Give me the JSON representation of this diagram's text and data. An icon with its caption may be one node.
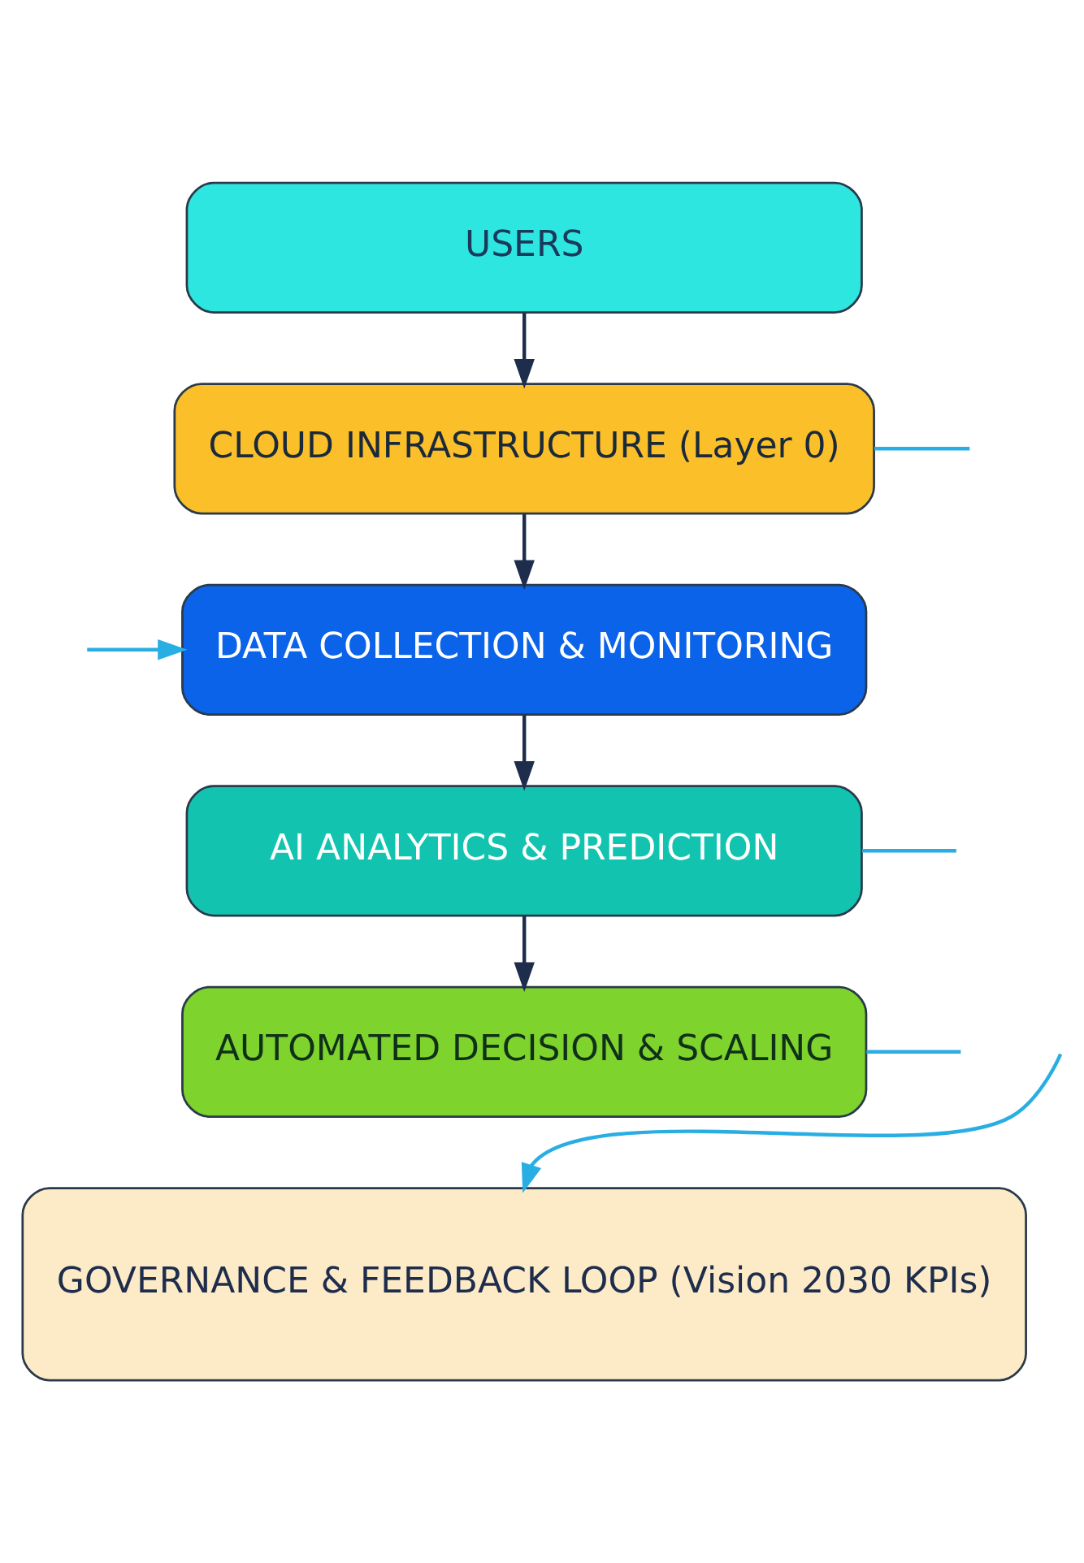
{
  "diagram": {
    "nodes": [
      {
        "text": [
          "USERS"
        ]
      },
      {
        "text": [
          "CLOUD INFRASTRUCTURE (Layer 0)"
        ]
      },
      {
        "text": [
          "DATA COLLECTION & MONITORING"
        ]
      },
      {
        "text": [
          "AI ANALYTICS & PREDICTION"
        ]
      },
      {
        "text": [
          "AUTOMATED DECISION & SCALING"
        ]
      },
      {
        "text": [
          "GOVERNANCE & FEEDBACK LOOP (Vision 2030 KPIs)"
        ]
      }
    ],
    "edges": [
      {
        "from": 0,
        "to": 1,
        "arrow": "to",
        "color": "#1f2d4d"
      },
      {
        "from": 1,
        "to": 2,
        "arrow": "to",
        "color": "#1f2d4d"
      },
      {
        "from": 2,
        "to": 3,
        "arrow": "to",
        "color": "#1f2d4d"
      },
      {
        "from": 3,
        "to": 4,
        "arrow": "to",
        "color": "#1f2d4d"
      },
      {
        "from": 1,
        "to": null,
        "arrow": "none",
        "color": "#29aee3"
      },
      {
        "from": null,
        "to": 2,
        "arrow": "to",
        "color": "#29aee3"
      },
      {
        "from": 3,
        "to": null,
        "arrow": "none",
        "color": "#29aee3"
      },
      {
        "from": 4,
        "to": null,
        "arrow": "none",
        "color": "#29aee3"
      },
      {
        "from": null,
        "to": 5,
        "arrow": "to",
        "color": "#29aee3"
      }
    ]
  }
}
